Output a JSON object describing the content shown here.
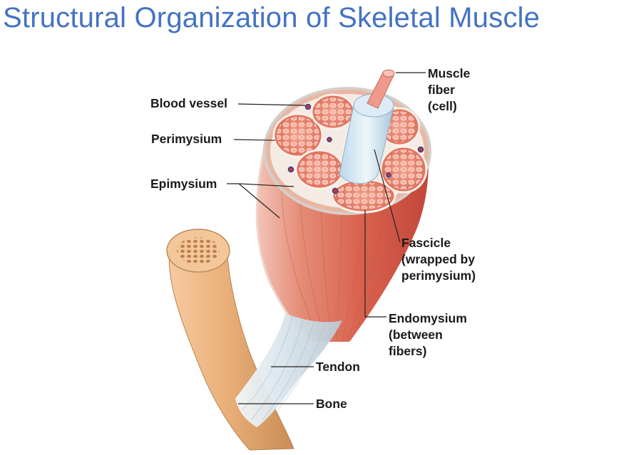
{
  "title": "Structural Organization of Skeletal Muscle",
  "labels": {
    "blood_vessel": "Blood vessel",
    "perimysium": "Perimysium",
    "epimysium": "Epimysium",
    "muscle_fiber": [
      "Muscle",
      "fiber",
      "(cell)"
    ],
    "fascicle": [
      "Fascicle",
      "(wrapped by",
      "perimysium)"
    ],
    "endomysium": [
      "Endomysium",
      "(between",
      "fibers)"
    ],
    "tendon": "Tendon",
    "bone": "Bone"
  },
  "colors": {
    "title": "#4472c4",
    "muscle_red": "#d9634f",
    "fascicle_fill": "#e8806c",
    "bone": "#e9ad72",
    "tendon": "#dfe6ea",
    "leader_line": "#222222"
  }
}
